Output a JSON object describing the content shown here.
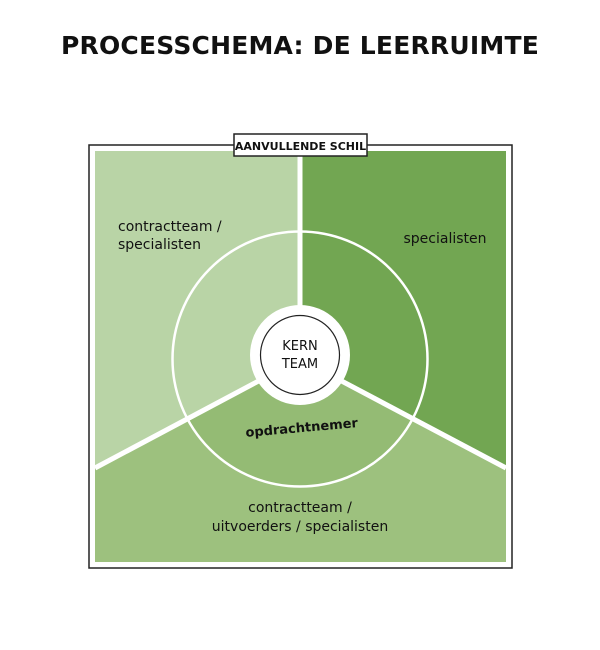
{
  "title": "PROCESSCHEMA: DE LEERRUIMTE",
  "shell_label": "AANVULLENDE SCHIL",
  "sectors": {
    "top_left": {
      "label_lines": [
        "contractteam /",
        "specialisten"
      ]
    },
    "top_right": {
      "label_lines": [
        "specialisten"
      ]
    },
    "bottom": {
      "label_lines": [
        "contractteam /",
        "uitvoerders / specialisten"
      ]
    }
  },
  "ring_label": "opdrachtnemer",
  "core_lines": [
    "KERN",
    "TEAM"
  ],
  "colors": {
    "light_green": "#b9d4a6",
    "dark_green": "#72a652",
    "mid_green": "#9dc17e",
    "ring_bottom": "#94bb74",
    "frame": "#222222",
    "divider": "#ffffff"
  }
}
